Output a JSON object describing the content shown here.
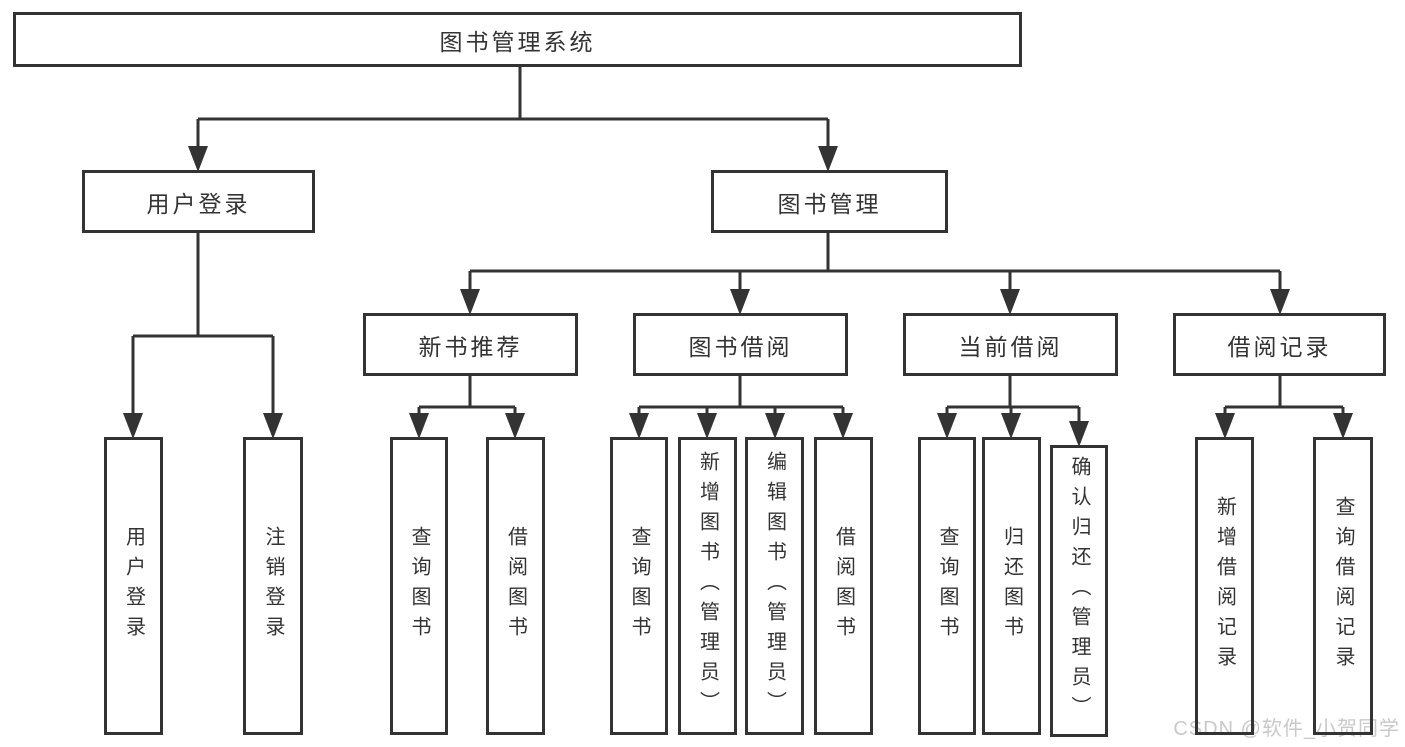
{
  "nodes": {
    "root": "图书管理系统",
    "l2": [
      "用户登录",
      "图书管理"
    ],
    "l3": [
      "新书推荐",
      "图书借阅",
      "当前借阅",
      "借阅记录"
    ],
    "leaves_user_login": [
      "用户登录",
      "注销登录"
    ],
    "leaves_new_book": [
      "查询图书",
      "借阅图书"
    ],
    "leaves_book_borrow": [
      "查询图书",
      "新增图书（管理员）",
      "编辑图书（管理员）",
      "借阅图书"
    ],
    "leaves_current_borrow": [
      "查询图书",
      "归还图书",
      "确认归还（管理员）"
    ],
    "leaves_borrow_record": [
      "新增借阅记录",
      "查询借阅记录"
    ]
  },
  "watermark": "CSDN @软件_小贺同学",
  "colors": {
    "line": "#333333",
    "text": "#333333",
    "box_background": "#ffffff",
    "watermark": "#c9c9c9",
    "background": "#ffffff"
  }
}
